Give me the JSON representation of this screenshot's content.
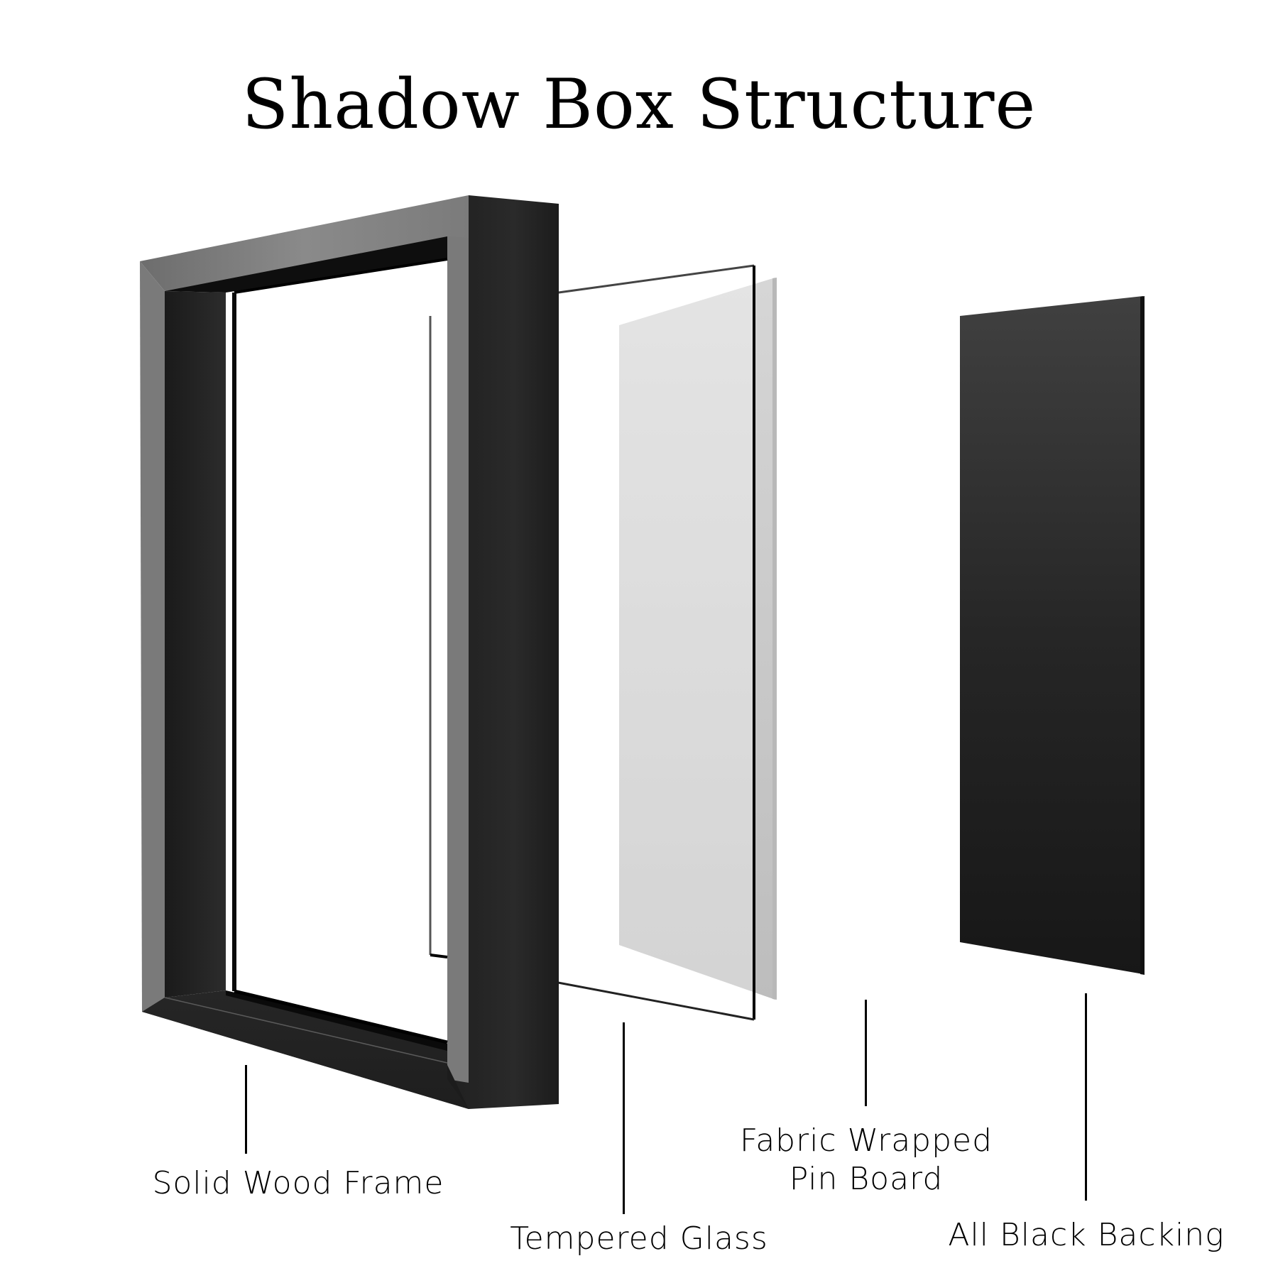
{
  "title": "Shadow Box Structure",
  "layers": [
    {
      "id": "frame",
      "label": "Solid Wood Frame",
      "label_lines": [
        "Solid Wood Frame"
      ],
      "color": "#1e1e1e"
    },
    {
      "id": "glass",
      "label": "Tempered Glass",
      "label_lines": [
        "Tempered Glass"
      ],
      "color": "#ffffff"
    },
    {
      "id": "pin-board",
      "label": "Fabric Wrapped Pin Board",
      "label_lines": [
        "Fabric Wrapped",
        "Pin Board"
      ],
      "color": "#cfcfcf"
    },
    {
      "id": "backing",
      "label": "All Black Backing",
      "label_lines": [
        "All Black Backing"
      ],
      "color": "#2a2a2a"
    }
  ],
  "colors": {
    "background": "#ffffff",
    "text": "#000000",
    "frame_front": "#232323",
    "frame_side": "#1b1b1b",
    "frame_top": "#7a7a7a",
    "pin_board": "#cfcfcf",
    "backing_top": "#3d3d3d",
    "backing_bottom": "#1a1a1a"
  }
}
